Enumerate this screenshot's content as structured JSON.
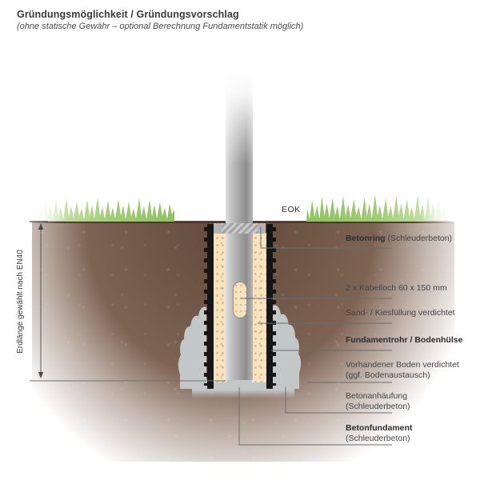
{
  "header": {
    "title": "Gründungsmöglichkeit / Gründungsvorschlag",
    "subtitle": "(ohne statische Gewähr – optional Berechnung Fundamentstatik möglich)"
  },
  "diagram": {
    "eok_label": "EOK",
    "dimension_label": "Erdlänge gewählt nach EN40",
    "callouts": [
      {
        "bold": "Betonring",
        "text": " (Schleuderbeton)",
        "text2": ""
      },
      {
        "bold": "",
        "text": "2 x Kabelloch 60 x 150 mm",
        "text2": ""
      },
      {
        "bold": "",
        "text": "Sand- / Kiesfüllung verdichtet",
        "text2": ""
      },
      {
        "bold": "Fundamentrohr / Bodenhülse",
        "text": "",
        "text2": ""
      },
      {
        "bold": "",
        "text": "Vorhandener Boden verdichtet",
        "text2": "(ggf. Bodenaustausch)"
      },
      {
        "bold": "",
        "text": "Betonanhäufung",
        "text2": "(Schleuderbeton)"
      },
      {
        "bold": "Betonfundament",
        "text": "",
        "text2": "(Schleuderbeton)"
      }
    ],
    "colors": {
      "soil": "#6f5748",
      "grass": "#9cc772",
      "sand": "#f6e4c0",
      "concrete": "#c4c7c8",
      "tube": "#161616",
      "pole": "#a8a8a8",
      "line": "#6b6b6b"
    }
  }
}
